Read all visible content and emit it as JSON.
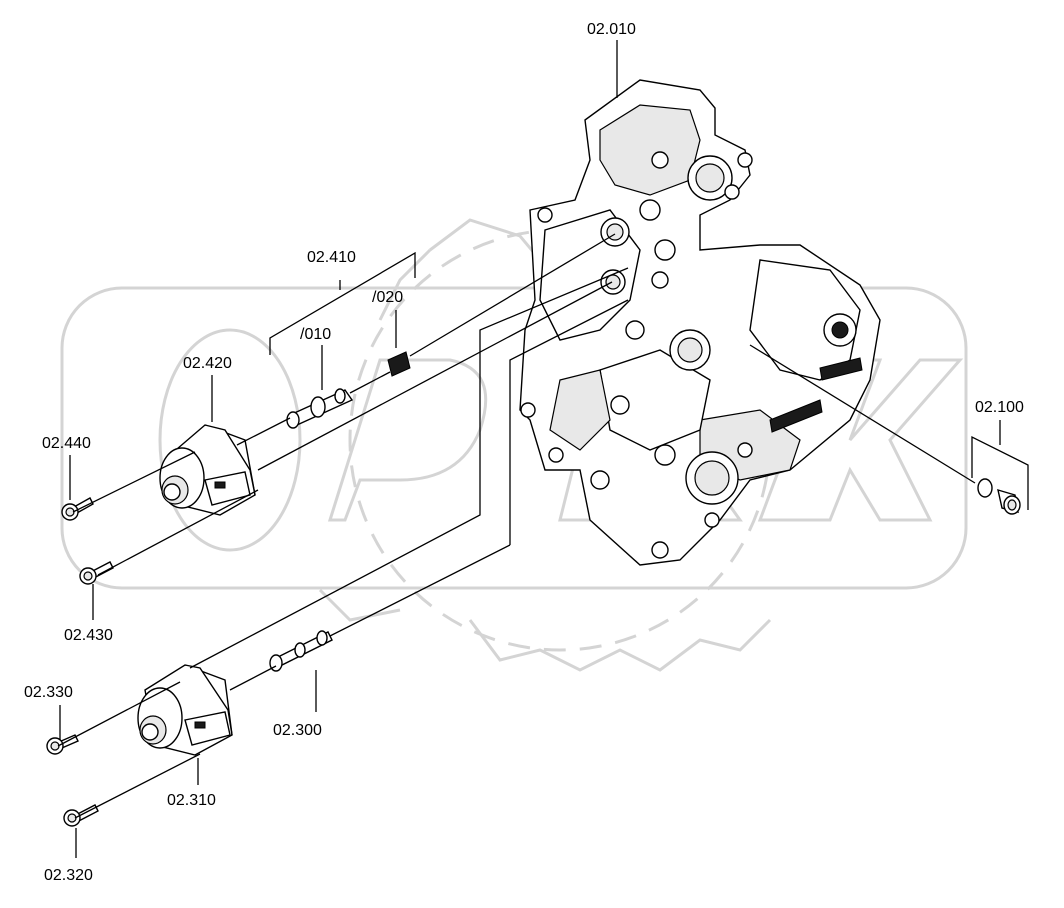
{
  "callouts": {
    "c_02_010": "02.010",
    "c_02_410": "02.410",
    "c_020": "/020",
    "c_010": "/010",
    "c_02_420": "02.420",
    "c_02_440": "02.440",
    "c_02_430": "02.430",
    "c_02_100": "02.100",
    "c_02_330": "02.330",
    "c_02_300": "02.300",
    "c_02_310": "02.310",
    "c_02_320": "02.320"
  },
  "watermark": {
    "color": "#d4d4d4"
  }
}
